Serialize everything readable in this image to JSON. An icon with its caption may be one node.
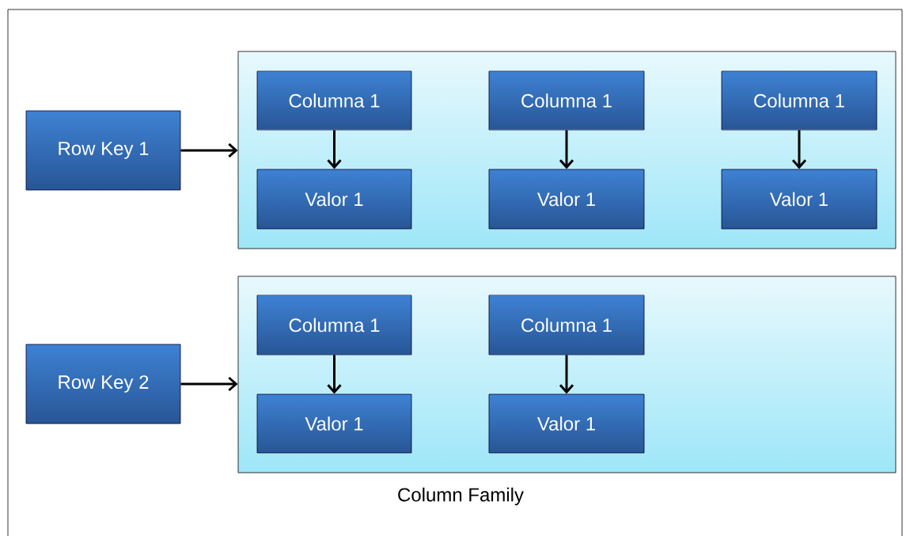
{
  "diagram": {
    "nodes": [
      {
        "text": [
          "Row Key 1"
        ]
      },
      {
        "text": [],
        "shape": "box"
      },
      {
        "text": [
          "Columna 1"
        ],
        "in": 1
      },
      {
        "text": [
          "Valor 1"
        ],
        "in": 1
      },
      {
        "text": [
          "Columna 1"
        ],
        "in": 1
      },
      {
        "text": [
          "Valor 1"
        ],
        "in": 1
      },
      {
        "text": [
          "Columna 1"
        ],
        "in": 1
      },
      {
        "text": [
          "Valor 1"
        ],
        "in": 1
      },
      {
        "text": [
          "Row Key 2"
        ]
      },
      {
        "text": [],
        "shape": "box"
      },
      {
        "text": [
          "Columna 1"
        ],
        "in": 9
      },
      {
        "text": [
          "Valor 1"
        ],
        "in": 9
      },
      {
        "text": [
          "Columna 1"
        ],
        "in": 9
      },
      {
        "text": [
          "Valor 1"
        ],
        "in": 9
      }
    ],
    "edges": [
      {
        "from": 0,
        "to": 1,
        "arrow": "to"
      },
      {
        "from": 2,
        "to": 3,
        "arrow": "to"
      },
      {
        "from": 4,
        "to": 5,
        "arrow": "to"
      },
      {
        "from": 6,
        "to": 7,
        "arrow": "to"
      },
      {
        "from": 8,
        "to": 9,
        "arrow": "to"
      },
      {
        "from": 10,
        "to": 11,
        "arrow": "to"
      },
      {
        "from": 12,
        "to": 13,
        "arrow": "to"
      }
    ],
    "labels": [
      "Column Family"
    ]
  }
}
